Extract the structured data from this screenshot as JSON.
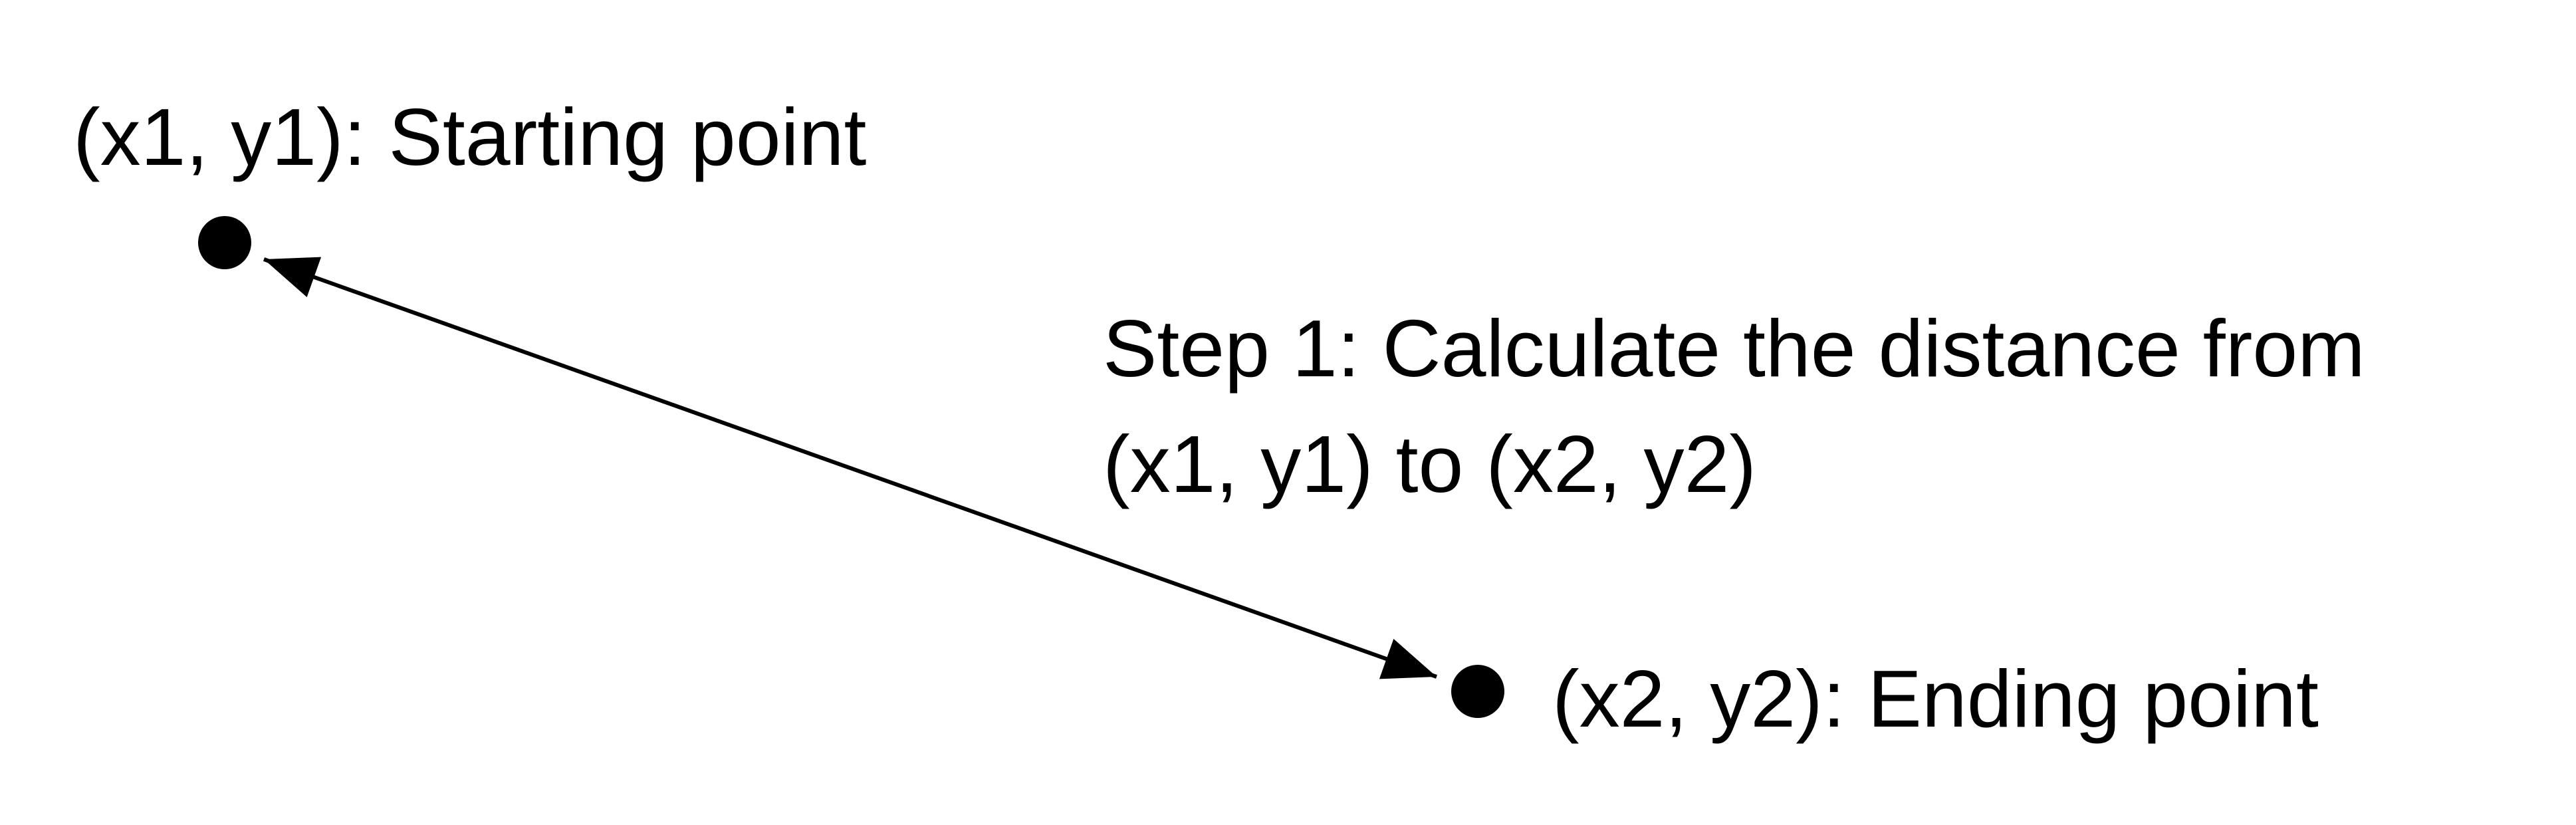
{
  "diagram": {
    "start_label": "(x1, y1): Starting point",
    "end_label": "(x2, y2): Ending point",
    "step_lines": [
      "Step 1: Calculate the distance from",
      "(x1, y1) to (x2, y2)"
    ]
  },
  "colors": {
    "ink": "#000000",
    "background": "#ffffff"
  }
}
